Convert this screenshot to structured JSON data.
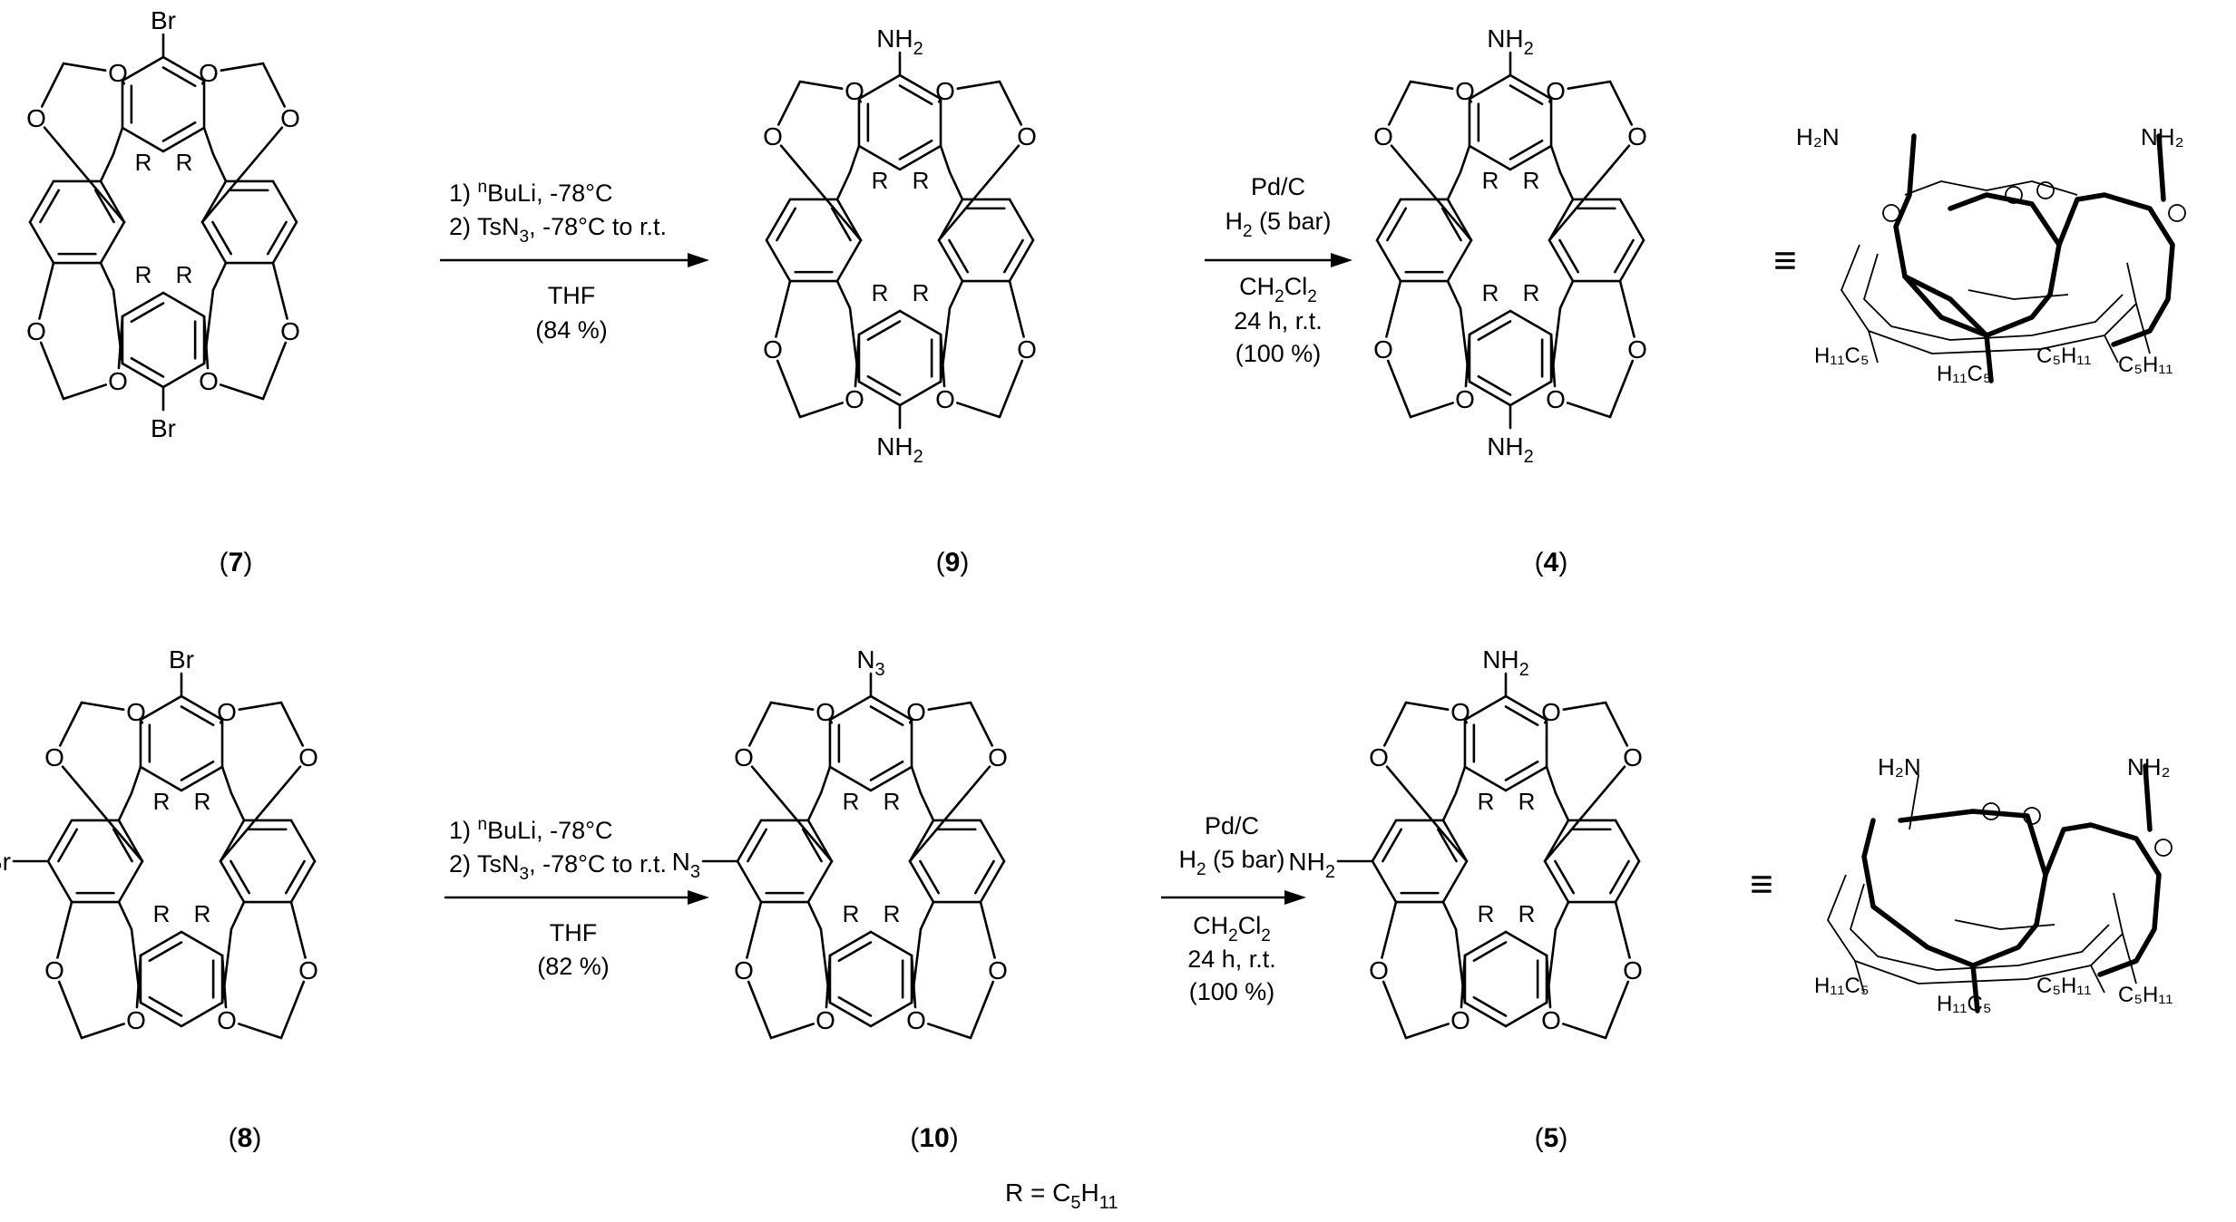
{
  "rows": [
    {
      "sm": {
        "id": "7",
        "top": "Br",
        "left": "",
        "bottom": "Br",
        "r": "R"
      },
      "step1": {
        "c1": "1) ",
        "c1sup": "n",
        "c1b": "BuLi, -78°C",
        "c2": "2) TsN",
        "c2sub": "3",
        "c2b": ", -78°C to r.t.",
        "solvent": "THF",
        "yield": "(84 %)"
      },
      "mid": {
        "id": "9",
        "top": "NH2",
        "left": "",
        "bottom": "NH2",
        "r": "R"
      },
      "step2": {
        "cat": "Pd/C",
        "h2": "H",
        "h2sub": "2",
        "h2b": " (5 bar)",
        "sol": "CH",
        "solsub1": "2",
        "sol2": "Cl",
        "solsub2": "2",
        "time": "24 h, r.t.",
        "yield": "(100 %)"
      },
      "prod": {
        "id": "4",
        "top": "NH2",
        "left": "",
        "bottom": "NH2",
        "r": "R"
      },
      "view3d": {
        "nh2a": "H₂N",
        "nh2b": "NH₂",
        "c5a": "H₁₁C₅",
        "c5b": "H₁₁C₅",
        "c5c": "C₅H₁₁",
        "c5d": "C₅H₁₁"
      }
    },
    {
      "sm": {
        "id": "8",
        "top": "Br",
        "left": "Br",
        "bottom": "",
        "r": "R"
      },
      "step1": {
        "c1": "1) ",
        "c1sup": "n",
        "c1b": "BuLi, -78°C",
        "c2": "2) TsN",
        "c2sub": "3",
        "c2b": ", -78°C to r.t.",
        "solvent": "THF",
        "yield": "(82 %)"
      },
      "mid": {
        "id": "10",
        "top": "N3",
        "left": "N3",
        "bottom": "",
        "r": "R"
      },
      "step2": {
        "cat": "Pd/C",
        "h2": "H",
        "h2sub": "2",
        "h2b": " (5 bar)",
        "sol": "CH",
        "solsub1": "2",
        "sol2": "Cl",
        "solsub2": "2",
        "time": "24 h, r.t.",
        "yield": "(100 %)"
      },
      "prod": {
        "id": "5",
        "top": "NH2",
        "left": "NH2",
        "bottom": "",
        "r": "R"
      },
      "view3d": {
        "nh2a": "H₂N",
        "nh2b": "NH₂",
        "c5a": "H₁₁C₅",
        "c5b": "H₁₁C₅",
        "c5c": "C₅H₁₁",
        "c5d": "C₅H₁₁"
      }
    }
  ],
  "footnote": {
    "text": "R = C",
    "sub1": "5",
    "text2": "H",
    "sub2": "11"
  },
  "atoms": {
    "O": "O",
    "equiv": "≡"
  }
}
